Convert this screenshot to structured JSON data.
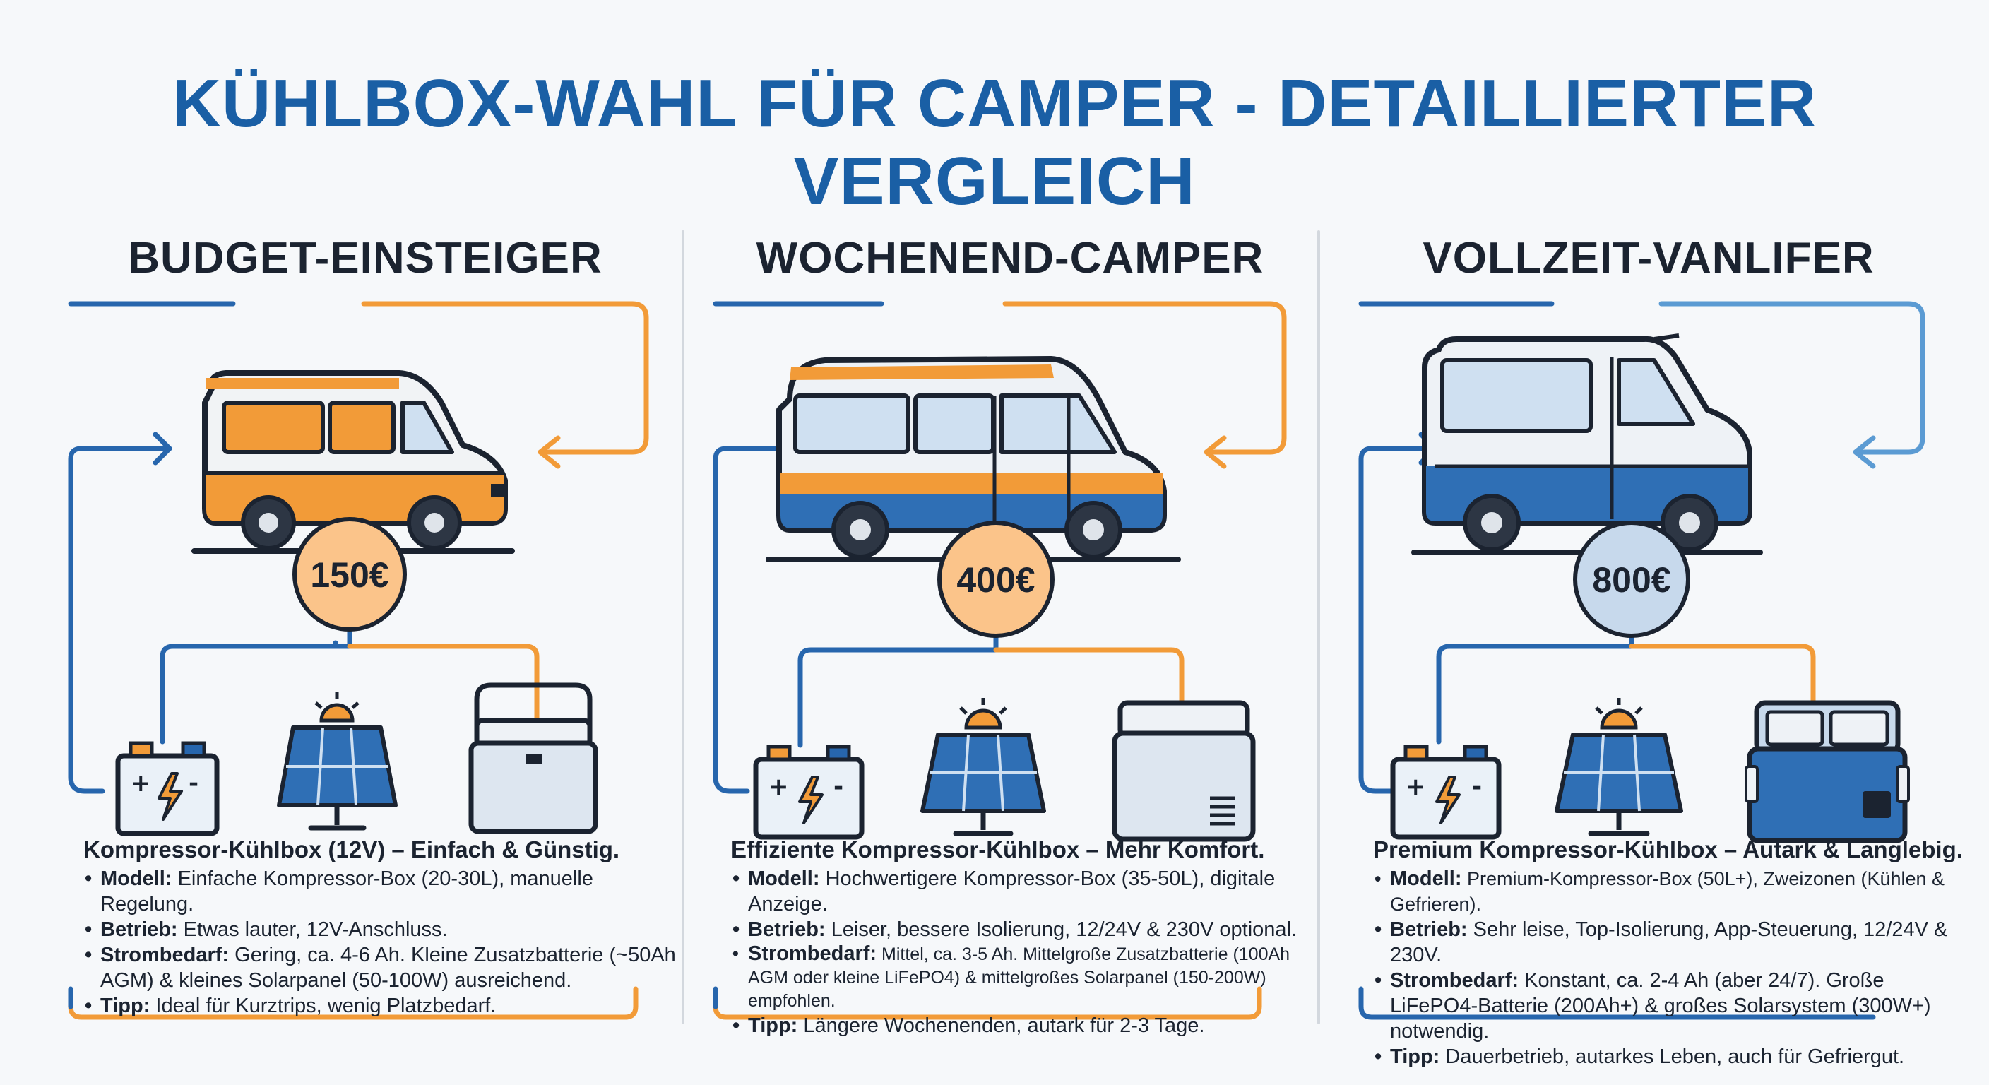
{
  "title": "KÜHLBOX-WAHL FÜR CAMPER - DETAILLIERTER VERGLEICH",
  "colors": {
    "title_blue": "#1a5fa5",
    "accent_orange": "#f29b38",
    "line_blue": "#2766ad",
    "light_blue": "#5b9bd3"
  },
  "columns": [
    {
      "title": "BUDGET-EINSTEIGER",
      "price": "150€",
      "icons": [
        "van-icon",
        "battery-icon",
        "solar-panel-icon",
        "cooler-box-icon"
      ],
      "headline": "Kompressor-Kühlbox (12V) – Einfach & Günstig.",
      "items": [
        {
          "label": "Modell:",
          "text": "Einfache Kompressor-Box (20-30L), manuelle Regelung."
        },
        {
          "label": "Betrieb:",
          "text": "Etwas lauter, 12V-Anschluss."
        },
        {
          "label": "Strombedarf:",
          "text": "Gering, ca. 4-6 Ah. Kleine Zusatzbatterie (~50Ah AGM) & kleines Solarpanel (50-100W) ausreichend."
        },
        {
          "label": "Tipp:",
          "text": "Ideal für Kurztrips, wenig Platzbedarf."
        }
      ]
    },
    {
      "title": "WOCHENEND-CAMPER",
      "price": "400€",
      "icons": [
        "van-icon",
        "battery-icon",
        "solar-panel-icon",
        "cooler-box-icon"
      ],
      "headline": "Effiziente Kompressor-Kühlbox – Mehr Komfort.",
      "items": [
        {
          "label": "Modell:",
          "text": "Hochwertigere Kompressor-Box (35-50L), digitale Anzeige."
        },
        {
          "label": "Betrieb:",
          "text": "Leiser, bessere Isolierung, 12/24V & 230V optional."
        },
        {
          "label": "Strombedarf:",
          "text": "Mittel, ca. 3-5 Ah. Mittelgroße Zusatzbatterie (100Ah AGM oder kleine LiFePO4) & mittelgroßes Solarpanel (150-200W) empfohlen."
        },
        {
          "label": "Tipp:",
          "text": "Längere Wochenenden, autark für 2-3 Tage."
        }
      ]
    },
    {
      "title": "VOLLZEIT-VANLIFER",
      "price": "800€",
      "icons": [
        "van-icon",
        "battery-icon",
        "solar-panel-icon",
        "cooler-box-icon"
      ],
      "headline": "Premium Kompressor-Kühlbox – Autark & Langlebig.",
      "items": [
        {
          "label": "Modell:",
          "text": "Premium-Kompressor-Box (50L+), Zweizonen (Kühlen & Gefrieren)."
        },
        {
          "label": "Betrieb:",
          "text": "Sehr leise, Top-Isolierung, App-Steuerung, 12/24V & 230V."
        },
        {
          "label": "Strombedarf:",
          "text": "Konstant, ca. 2-4 Ah (aber 24/7). Große LiFePO4-Batterie (200Ah+) & großes Solarsystem (300W+) notwendig."
        },
        {
          "label": "Tipp:",
          "text": "Dauerbetrieb, autarkes Leben, auch für Gefriergut."
        }
      ]
    }
  ]
}
